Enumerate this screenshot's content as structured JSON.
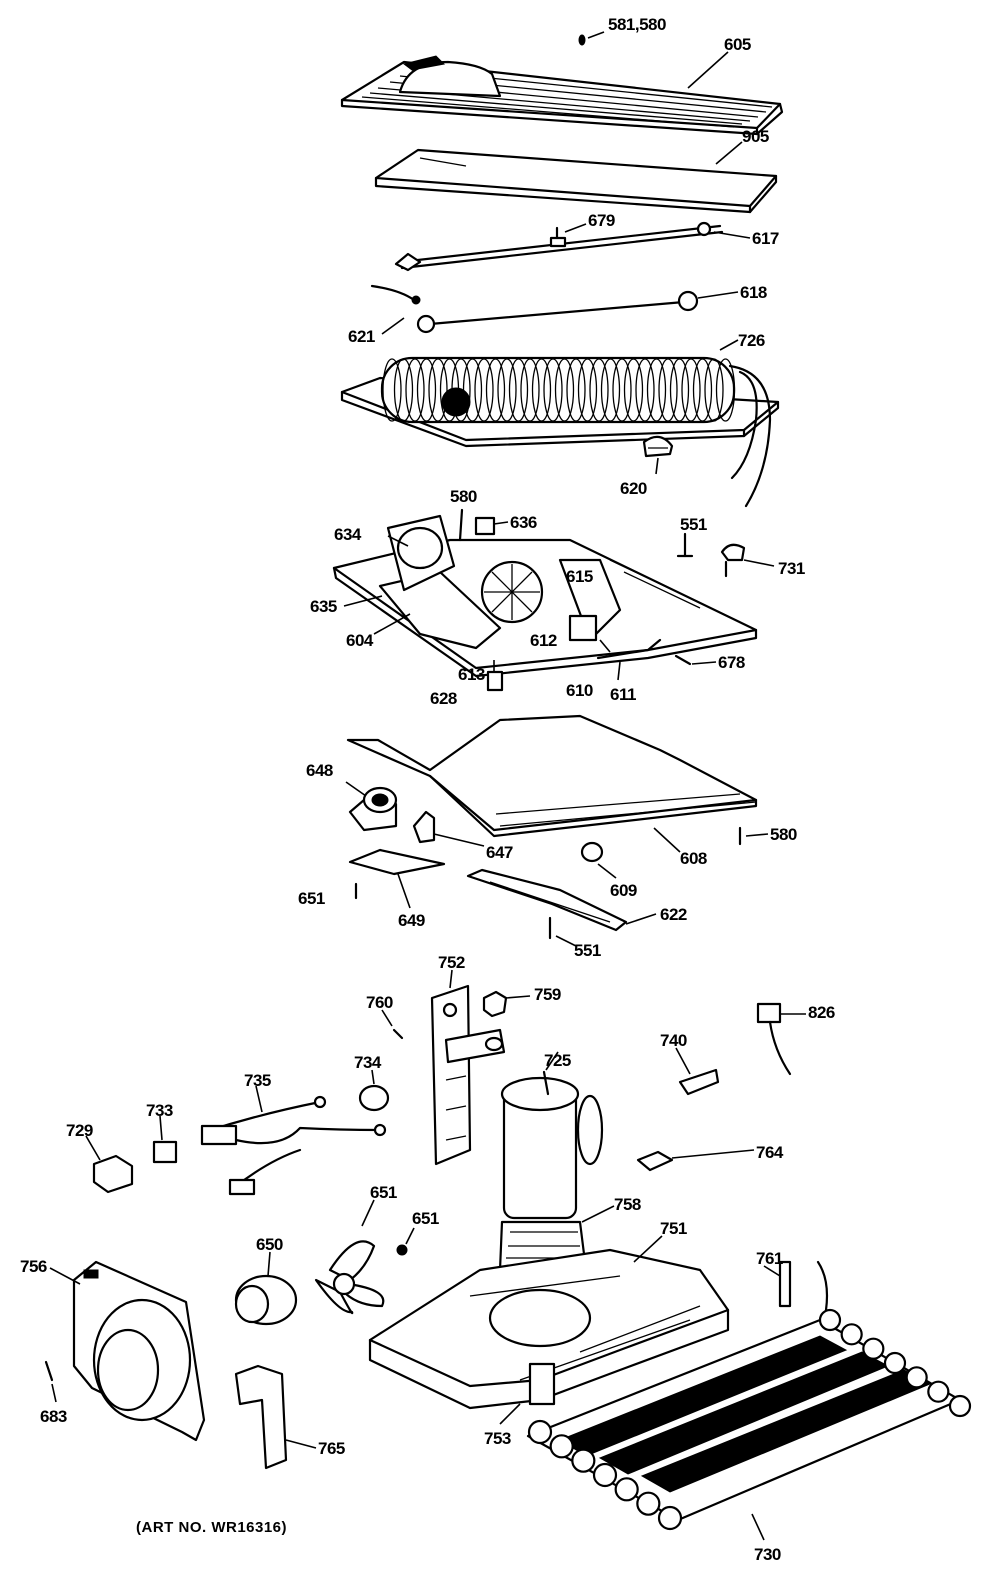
{
  "art_number": "(ART NO. WR16316)",
  "callouts": {
    "c581_580": "581,580",
    "c605": "605",
    "c905": "905",
    "c679": "679",
    "c617": "617",
    "c618": "618",
    "c621": "621",
    "c726": "726",
    "c620": "620",
    "c580a": "580",
    "c636": "636",
    "c634": "634",
    "c551a": "551",
    "c731": "731",
    "c615": "615",
    "c635": "635",
    "c612": "612",
    "c604": "604",
    "c613": "613",
    "c678": "678",
    "c628": "628",
    "c610": "610",
    "c611": "611",
    "c648": "648",
    "c580b": "580",
    "c647": "647",
    "c608": "608",
    "c609": "609",
    "c651a": "651",
    "c649": "649",
    "c622": "622",
    "c551b": "551",
    "c752": "752",
    "c759": "759",
    "c760": "760",
    "c826": "826",
    "c725": "725",
    "c740": "740",
    "c734": "734",
    "c735": "735",
    "c733": "733",
    "c729": "729",
    "c764": "764",
    "c651b": "651",
    "c758": "758",
    "c650": "650",
    "c651c": "651",
    "c751": "751",
    "c756": "756",
    "c761": "761",
    "c683": "683",
    "c753": "753",
    "c765": "765",
    "c730": "730"
  }
}
